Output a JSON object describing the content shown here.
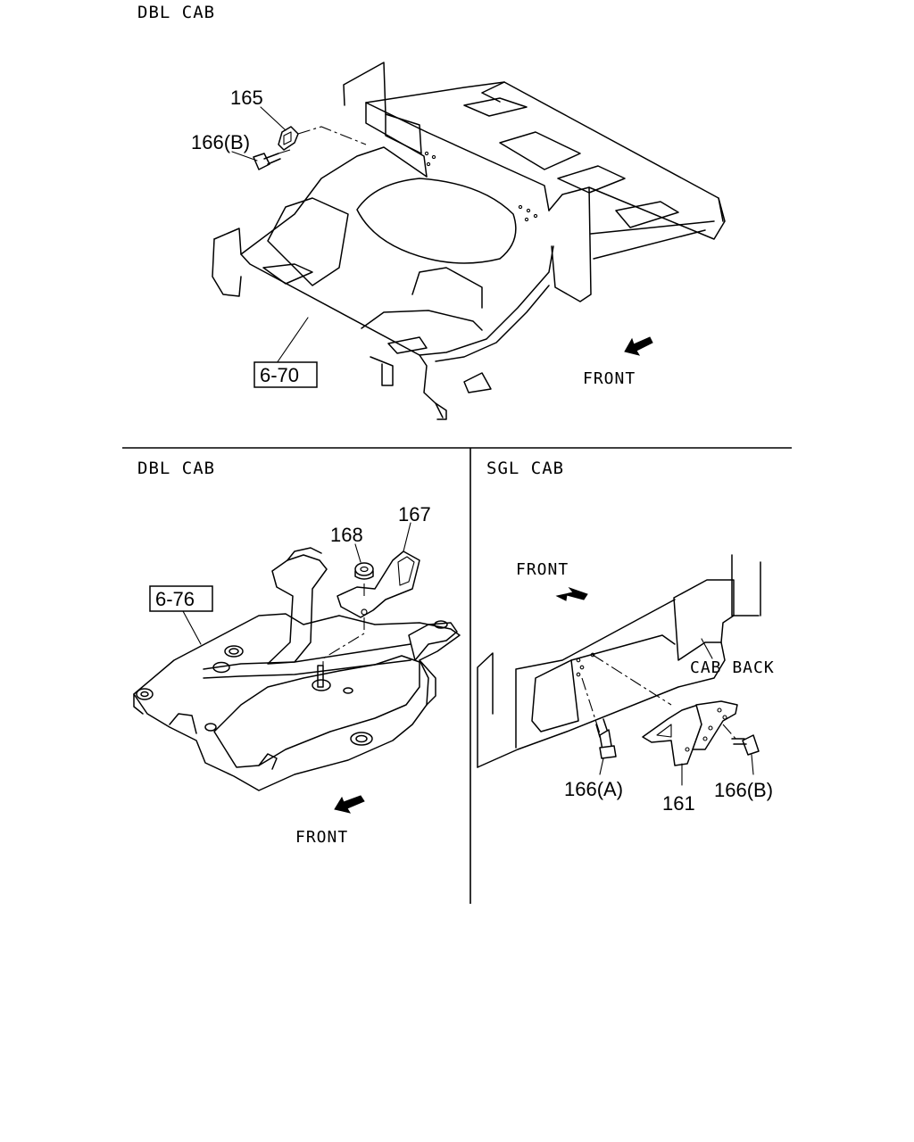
{
  "panels": {
    "top": {
      "title": "DBL CAB",
      "callouts": {
        "part_165": "165",
        "part_166b": "166(B)"
      },
      "ref_box": "6-70",
      "direction": "FRONT"
    },
    "bottom_left": {
      "title": "DBL CAB",
      "callouts": {
        "part_167": "167",
        "part_168": "168"
      },
      "ref_box": "6-76",
      "direction": "FRONT"
    },
    "bottom_right": {
      "title": "SGL CAB",
      "callouts": {
        "part_166a": "166(A)",
        "part_161": "161",
        "part_166b": "166(B)"
      },
      "location_label": "CAB BACK",
      "direction": "FRONT"
    }
  },
  "icons": [
    "front-arrow-icon"
  ]
}
